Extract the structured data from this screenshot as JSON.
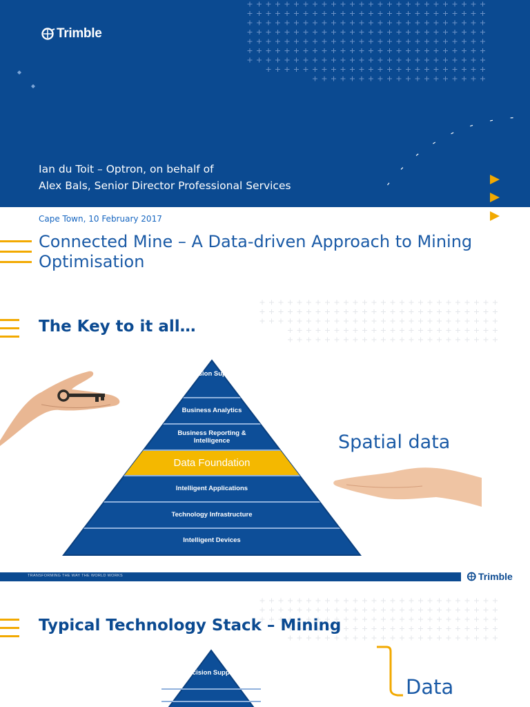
{
  "brand": {
    "name": "Trimble",
    "accent": "#f2a900",
    "primary": "#0b4a91"
  },
  "title_slide": {
    "logo": "Trimble",
    "presenter_line1": "Ian du Toit – Optron, on behalf of",
    "presenter_line2": "Alex Bals, Senior Director Professional Services",
    "location_date": "Cape Town, 10 February 2017",
    "title": "Connected Mine – A Data-driven Approach to Mining Optimisation"
  },
  "slide2": {
    "heading": "The Key to it all…",
    "pyramid": [
      {
        "label": "Decision Support",
        "highlight": false
      },
      {
        "label": "Business Analytics",
        "highlight": false
      },
      {
        "label": "Business Reporting & Intelligence",
        "highlight": false
      },
      {
        "label": "Data Foundation",
        "highlight": true
      },
      {
        "label": "Intelligent Applications",
        "highlight": false
      },
      {
        "label": "Technology Infrastructure",
        "highlight": false
      },
      {
        "label": "Intelligent Devices",
        "highlight": false
      }
    ],
    "spatial_label": "Spatial data",
    "footer_tagline": "TRANSFORMING THE WAY THE WORLD WORKS",
    "footer_logo": "Trimble"
  },
  "slide3": {
    "heading": "Typical Technology Stack – Mining",
    "pyramid_top": "Decision Support",
    "bracket_label": "Data"
  }
}
